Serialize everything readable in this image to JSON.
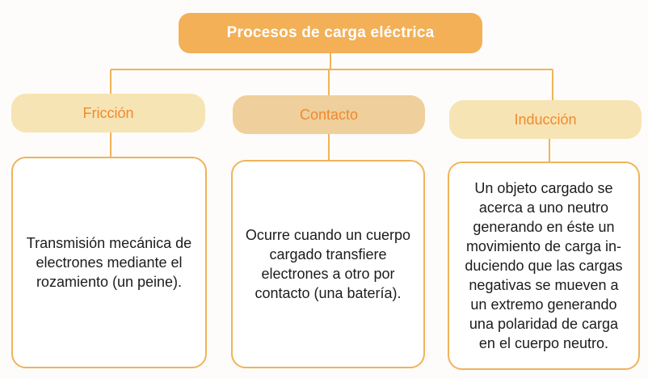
{
  "colors": {
    "root_fill": "#f3b057",
    "category_fill": "#f7e4b4",
    "category_text": "#ef8a2f",
    "border": "#f0b35a",
    "connector": "#f0b35a"
  },
  "diagram": {
    "root": {
      "label": "Procesos de carga eléctrica"
    },
    "branches": [
      {
        "label": "Fricción",
        "description": "Transmisión mecánica de\nelectrones mediante el\nrozamiento (un peine)."
      },
      {
        "label": "Contacto",
        "description": "Ocurre cuando un cuerpo\ncargado transfiere\nelectrones a otro por\ncontacto (una batería)."
      },
      {
        "label": "Inducción",
        "description": "Un objeto cargado se\nacerca a uno neutro\ngenerando en éste un\nmovimiento de carga in-\nduciendo que las cargas\nnegativas se mueven a\nun extremo generando\nuna polaridad de carga\nen el cuerpo neutro."
      }
    ]
  }
}
